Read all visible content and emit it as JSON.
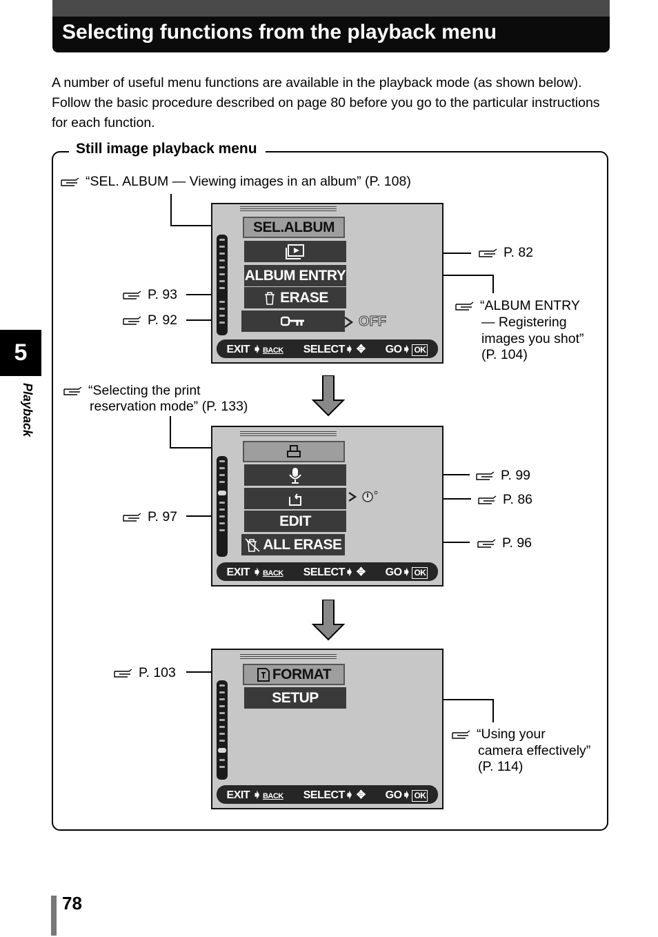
{
  "header": {
    "title": "Selecting functions from the playback menu"
  },
  "intro": "A number of useful menu functions are available in the playback mode (as shown below). Follow the basic procedure described on page 80 before you go to the particular instructions for each function.",
  "section": {
    "title": "Still image playback menu"
  },
  "refs": {
    "sel_album": "“SEL. ALBUM — Viewing images in an album” (P. 108)",
    "p82": "P. 82",
    "p93": "P. 93",
    "p92": "P. 92",
    "album_entry_1": "“ALBUM ENTRY",
    "album_entry_2": "— Registering",
    "album_entry_3": "images you shot”",
    "album_entry_4": "(P. 104)",
    "print_1": "“Selecting the print",
    "print_2": "reservation mode” (P. 133)",
    "p99": "P. 99",
    "p86": "P. 86",
    "p97": "P. 97",
    "p96": "P. 96",
    "p103": "P. 103",
    "using_1": "“Using your",
    "using_2": "camera effectively”",
    "using_3": "(P. 114)"
  },
  "screen1": {
    "items": [
      "SEL.ALBUM",
      "",
      "ALBUM ENTRY",
      "ERASE",
      ""
    ],
    "value": "OFF"
  },
  "screen2": {
    "items": [
      "",
      "",
      "",
      "EDIT",
      "ALL ERASE"
    ]
  },
  "screen3": {
    "items": [
      "FORMAT",
      "SETUP"
    ]
  },
  "footer": {
    "exit": "EXIT",
    "back": "BACK",
    "select": "SELECT",
    "go": "GO",
    "ok": "OK"
  },
  "chapter": {
    "number": "5",
    "label": "Playback"
  },
  "page_number": "78"
}
